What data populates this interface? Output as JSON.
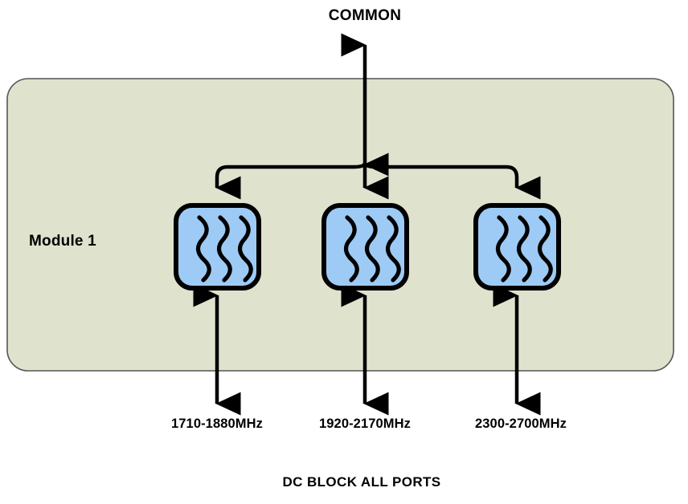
{
  "diagram": {
    "title_port": "COMMON",
    "module_label": "Module 1",
    "footer_note": "DC BLOCK ALL PORTS",
    "colors": {
      "module_fill": "#dfe3cd",
      "module_border": "#555555",
      "filter_fill": "#9ecbf5",
      "filter_border": "#000000",
      "line": "#000000",
      "page_background": "#ffffff"
    },
    "branches": [
      {
        "label": "1710-1880MHz",
        "icon": "filter-waves-icon"
      },
      {
        "label": "1920-2170MHz",
        "icon": "filter-waves-icon"
      },
      {
        "label": "2300-2700MHz",
        "icon": "filter-waves-icon"
      }
    ]
  }
}
